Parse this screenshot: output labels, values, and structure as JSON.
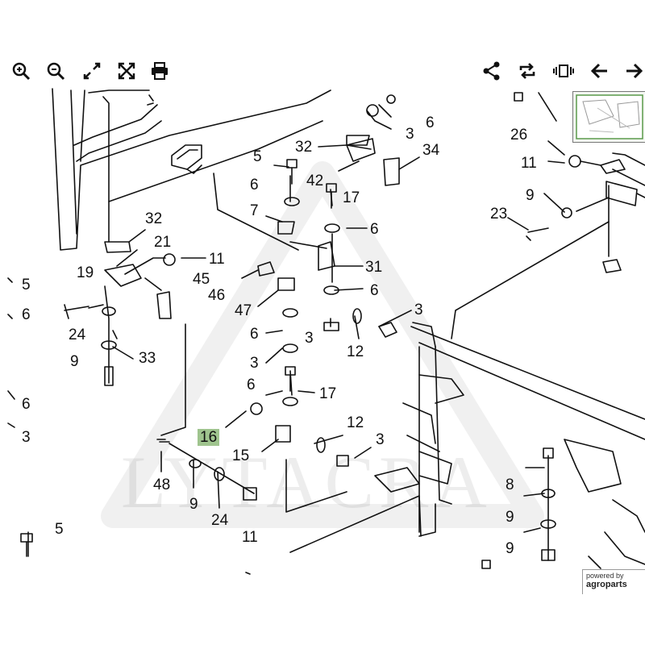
{
  "toolbar": {
    "left_icons": [
      "zoom-in-icon",
      "zoom-out-icon",
      "fit-to-screen-icon",
      "fullscreen-icon",
      "print-icon"
    ],
    "right_icons": [
      "share-icon",
      "rotate-icon",
      "slideshow-icon",
      "previous-icon",
      "next-icon"
    ]
  },
  "watermark": "LYTACRA",
  "powered_by": {
    "line1": "powered by",
    "line2": "agroparts"
  },
  "callouts": [
    "3",
    "3",
    "3",
    "3",
    "3",
    "3",
    "5",
    "5",
    "5",
    "6",
    "6",
    "6",
    "6",
    "6",
    "6",
    "6",
    "6",
    "7",
    "8",
    "9",
    "9",
    "9",
    "9",
    "9",
    "11",
    "11",
    "11",
    "12",
    "12",
    "15",
    "16",
    "17",
    "17",
    "19",
    "21",
    "23",
    "24",
    "24",
    "26",
    "31",
    "32",
    "32",
    "33",
    "34",
    "42",
    "45",
    "46",
    "47",
    "48"
  ],
  "highlighted_callout": "16",
  "colors": {
    "highlight": "#9fc48e",
    "line": "#111111",
    "watermark": "rgba(0,0,0,0.07)"
  }
}
